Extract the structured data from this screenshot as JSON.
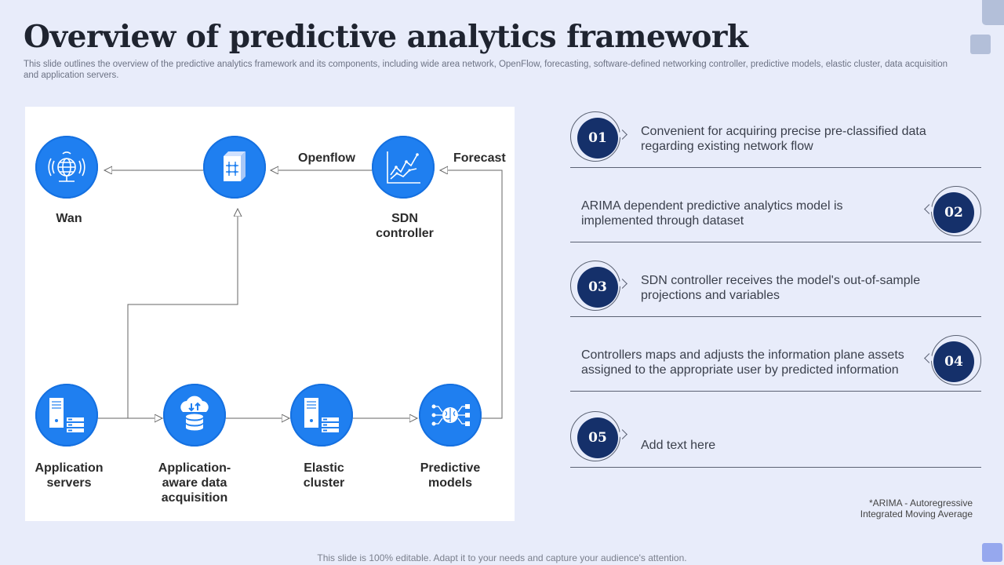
{
  "title": "Overview of predictive analytics framework",
  "subtitle": "This slide outlines the overview of the predictive analytics framework and its components, including wide area network, OpenFlow, forecasting, software-defined networking controller, predictive models, elastic cluster, data acquisition and application servers.",
  "diagram": {
    "nodes": {
      "wan": {
        "label": "Wan",
        "icon": "globe-antenna-icon"
      },
      "switch": {
        "label": "",
        "icon": "network-cube-icon"
      },
      "sdn": {
        "label": "SDN\ncontroller",
        "icon": "line-chart-icon"
      },
      "app_servers": {
        "label": "Application\nservers",
        "icon": "server-icon"
      },
      "data_acq": {
        "label": "Application-\naware data\nacquisition",
        "icon": "cloud-database-icon"
      },
      "elastic": {
        "label": "Elastic\ncluster",
        "icon": "server-icon"
      },
      "predictive": {
        "label": "Predictive\nmodels",
        "icon": "brain-network-icon"
      }
    },
    "edge_labels": {
      "openflow": "Openflow",
      "forecast": "Forecast"
    }
  },
  "points": [
    {
      "number": "01",
      "text": "Convenient for acquiring precise pre-classified data regarding existing network flow"
    },
    {
      "number": "02",
      "text": "ARIMA dependent predictive analytics model is implemented through dataset"
    },
    {
      "number": "03",
      "text": "SDN controller receives the model's out-of-sample projections and variables"
    },
    {
      "number": "04",
      "text": "Controllers maps and adjusts the information plane assets assigned to the appropriate user by predicted information"
    },
    {
      "number": "05",
      "text": "Add text here"
    }
  ],
  "footnote": "*ARIMA  - Autoregressive\nIntegrated Moving Average",
  "footer": "This slide is 100% editable. Adapt it to your needs and capture your audience's attention.",
  "colors": {
    "background": "#e8ecfa",
    "node_blue": "#1f7ff0",
    "badge_navy": "#15306a"
  }
}
